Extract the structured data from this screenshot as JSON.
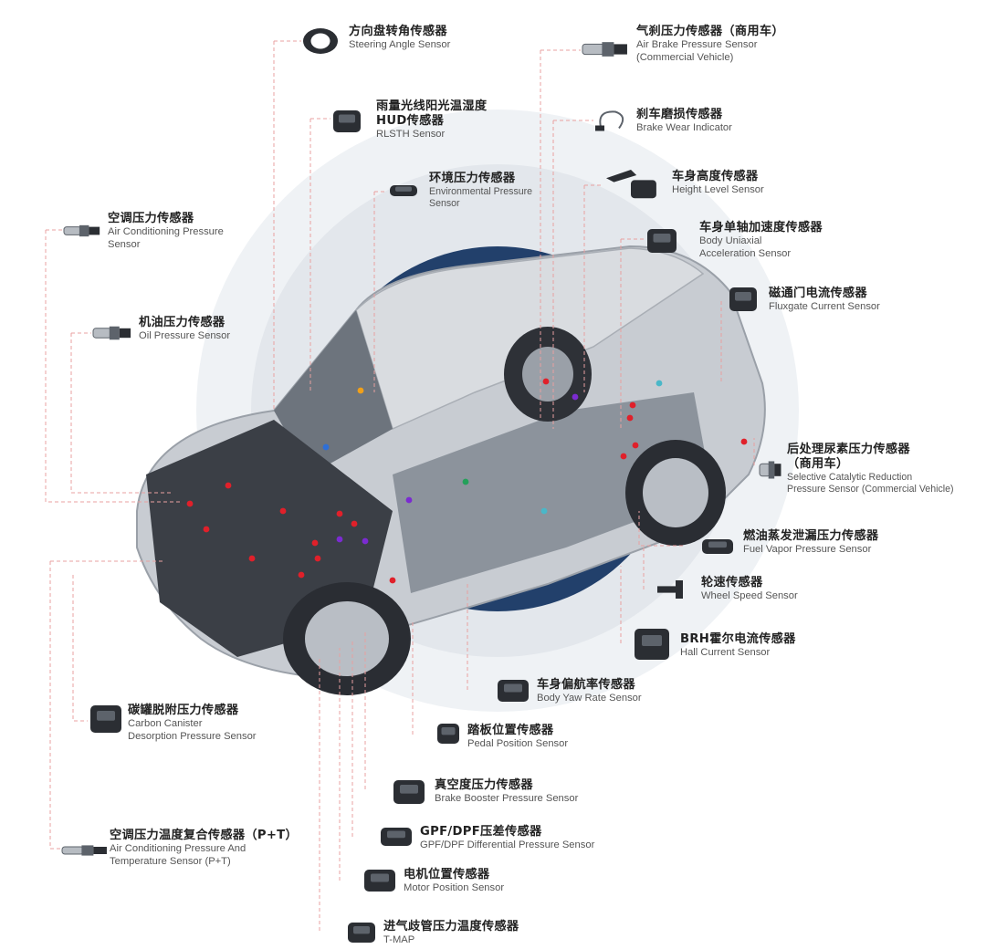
{
  "colors": {
    "leader_line": "#e38b8b",
    "halo_outer": "#eef1f4",
    "halo_inner": "#dfe4e9",
    "center_disc": "#1f3a63",
    "car_body": "#c9ccd1",
    "dot_red": "#e0202a",
    "dot_purple": "#7b2bd1",
    "dot_green": "#24a05a",
    "dot_yellow": "#f0a01a",
    "dot_teal": "#4ab7c8",
    "dot_blue": "#2e6fd6"
  },
  "sensors": [
    {
      "id": "steering-angle",
      "zh": "方向盘转角传感器",
      "en": [
        "Steering Angle Sensor"
      ],
      "icon": "ring-sensor-icon"
    },
    {
      "id": "rain-light",
      "zh": "雨量光线阳光温湿度",
      "zh2": "HUD传感器",
      "en": [
        "RLSTH Sensor"
      ],
      "icon": "rlsth-sensor-icon"
    },
    {
      "id": "environmental",
      "zh": "环境压力传感器",
      "en": [
        "Environmental Pressure",
        "Sensor"
      ],
      "icon": "env-pressure-icon"
    },
    {
      "id": "ac-pressure",
      "zh": "空调压力传感器",
      "en": [
        "Air Conditioning Pressure",
        "Sensor"
      ],
      "icon": "ac-pressure-icon"
    },
    {
      "id": "oil-pressure",
      "zh": "机油压力传感器",
      "en": [
        "Oil Pressure Sensor"
      ],
      "icon": "oil-pressure-icon"
    },
    {
      "id": "air-brake",
      "zh": "气刹压力传感器（商用车）",
      "en": [
        "Air Brake Pressure Sensor",
        "(Commercial Vehicle)"
      ],
      "icon": "air-brake-icon"
    },
    {
      "id": "brake-wear",
      "zh": "刹车磨损传感器",
      "en": [
        "Brake Wear Indicator"
      ],
      "icon": "brake-wear-icon"
    },
    {
      "id": "height-level",
      "zh": "车身高度传感器",
      "en": [
        "Height Level Sensor"
      ],
      "icon": "height-level-icon"
    },
    {
      "id": "body-uniaxial",
      "zh": "车身单轴加速度传感器",
      "en": [
        "Body Uniaxial",
        "Acceleration Sensor"
      ],
      "icon": "uniaxial-icon"
    },
    {
      "id": "fluxgate",
      "zh": "磁通门电流传感器",
      "en": [
        "Fluxgate Current Sensor"
      ],
      "icon": "fluxgate-icon"
    },
    {
      "id": "scr",
      "zh": "后处理尿素压力传感器",
      "zh2": "（商用车）",
      "en": [
        "Selective Catalytic Reduction",
        "Pressure Sensor (Commercial Vehicle)"
      ],
      "icon": "scr-icon"
    },
    {
      "id": "fuel-vapor",
      "zh": "燃油蒸发泄漏压力传感器",
      "en": [
        "Fuel Vapor Pressure Sensor"
      ],
      "icon": "fuel-vapor-icon"
    },
    {
      "id": "wheel-speed",
      "zh": "轮速传感器",
      "en": [
        "Wheel Speed Sensor"
      ],
      "icon": "wheel-speed-icon"
    },
    {
      "id": "hall-current",
      "zh": "BRH霍尔电流传感器",
      "en": [
        "Hall Current Sensor"
      ],
      "icon": "hall-current-icon"
    },
    {
      "id": "yaw-rate",
      "zh": "车身偏航率传感器",
      "en": [
        "Body Yaw Rate Sensor"
      ],
      "icon": "yaw-rate-icon"
    },
    {
      "id": "pedal",
      "zh": "踏板位置传感器",
      "en": [
        "Pedal Position Sensor"
      ],
      "icon": "pedal-icon"
    },
    {
      "id": "brake-booster",
      "zh": "真空度压力传感器",
      "en": [
        "Brake Booster Pressure Sensor"
      ],
      "icon": "brake-booster-icon"
    },
    {
      "id": "gpf-dpf",
      "zh": "GPF/DPF压差传感器",
      "en": [
        "GPF/DPF Differential Pressure Sensor"
      ],
      "icon": "gpf-icon"
    },
    {
      "id": "motor-position",
      "zh": "电机位置传感器",
      "en": [
        "Motor Position Sensor"
      ],
      "icon": "motor-position-icon"
    },
    {
      "id": "tmap",
      "zh": "进气歧管压力温度传感器",
      "en": [
        "T-MAP"
      ],
      "icon": "tmap-icon"
    },
    {
      "id": "canister",
      "zh": "碳罐脱附压力传感器",
      "en": [
        "Carbon Canister",
        "Desorption Pressure Sensor"
      ],
      "icon": "canister-icon"
    },
    {
      "id": "ac-pt",
      "zh": "空调压力温度复合传感器（P+T）",
      "en": [
        "Air Conditioning Pressure And",
        "Temperature  Sensor (P+T)"
      ],
      "icon": "ac-pt-icon"
    }
  ]
}
